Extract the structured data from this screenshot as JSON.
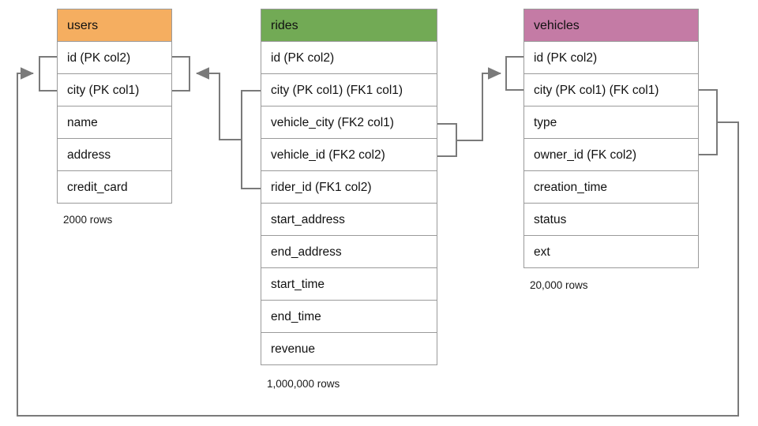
{
  "diagram": {
    "title": "database-schema-er-diagram",
    "background_color": "#ffffff",
    "line_color": "#7a7a7a",
    "border_color": "#9a9a9a"
  },
  "entities": [
    {
      "name": "users",
      "header_color": "#F5AE60",
      "row_count_label": "2000 rows",
      "fields": [
        {
          "label": "id (PK col2)"
        },
        {
          "label": "city (PK col1)"
        },
        {
          "label": "name"
        },
        {
          "label": "address"
        },
        {
          "label": "credit_card"
        }
      ]
    },
    {
      "name": "rides",
      "header_color": "#72AA55",
      "row_count_label": "1,000,000 rows",
      "fields": [
        {
          "label": "id (PK col2)"
        },
        {
          "label": "city (PK col1) (FK1 col1)"
        },
        {
          "label": "vehicle_city (FK2 col1)"
        },
        {
          "label": "vehicle_id (FK2 col2)"
        },
        {
          "label": "rider_id (FK1 col2)"
        },
        {
          "label": "start_address"
        },
        {
          "label": "end_address"
        },
        {
          "label": "start_time"
        },
        {
          "label": "end_time"
        },
        {
          "label": "revenue"
        }
      ]
    },
    {
      "name": "vehicles",
      "header_color": "#C47BA5",
      "row_count_label": "20,000 rows",
      "fields": [
        {
          "label": "id (PK col2)"
        },
        {
          "label": "city (PK col1) (FK col1)"
        },
        {
          "label": "type"
        },
        {
          "label": "owner_id (FK col2)"
        },
        {
          "label": "creation_time"
        },
        {
          "label": "status"
        },
        {
          "label": "ext"
        }
      ]
    }
  ],
  "relationships": [
    {
      "name": "rides-fk1-to-users",
      "from_entity": "rides",
      "from_fields": [
        "city (PK col1) (FK1 col1)",
        "rider_id (FK1 col2)"
      ],
      "to_entity": "users",
      "to_fields": [
        "id (PK col2)",
        "city (PK col1)"
      ],
      "arrow_direction": "left"
    },
    {
      "name": "rides-fk2-to-vehicles",
      "from_entity": "rides",
      "from_fields": [
        "vehicle_city (FK2 col1)",
        "vehicle_id (FK2 col2)"
      ],
      "to_entity": "vehicles",
      "to_fields": [
        "id (PK col2)",
        "city (PK col1) (FK col1)"
      ],
      "arrow_direction": "right"
    },
    {
      "name": "vehicles-fk-to-users",
      "from_entity": "vehicles",
      "from_fields": [
        "city (PK col1) (FK col1)",
        "owner_id (FK col2)"
      ],
      "to_entity": "users",
      "to_fields": [
        "id (PK col2)",
        "city (PK col1)"
      ],
      "arrow_direction": "left"
    }
  ]
}
